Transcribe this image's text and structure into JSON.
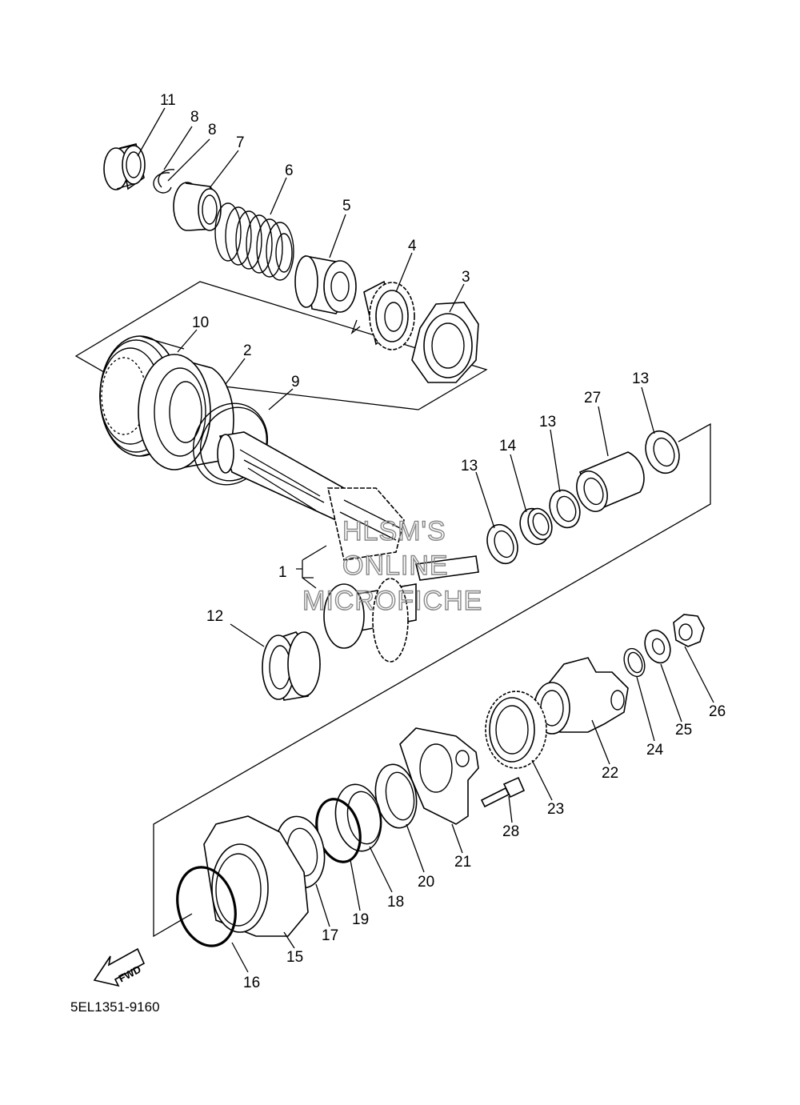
{
  "diagram_code": "5EL1351-9160",
  "fwd_label": "FWD",
  "watermark": [
    "HLSM'S",
    "ONLINE",
    "MICROFICHE"
  ],
  "callouts": {
    "c1": "1",
    "c2": "2",
    "c3": "3",
    "c4": "4",
    "c5": "5",
    "c6": "6",
    "c7": "7",
    "c8a": "8",
    "c8b": "8",
    "c9": "9",
    "c10": "10",
    "c11": "11",
    "c12": "12",
    "c13a": "13",
    "c13b": "13",
    "c13c": "13",
    "c14": "14",
    "c15": "15",
    "c16": "16",
    "c17": "17",
    "c18": "18",
    "c19": "19",
    "c20": "20",
    "c21": "21",
    "c22": "22",
    "c23": "23",
    "c24": "24",
    "c25": "25",
    "c26": "26",
    "c27": "27",
    "c28": "28"
  }
}
